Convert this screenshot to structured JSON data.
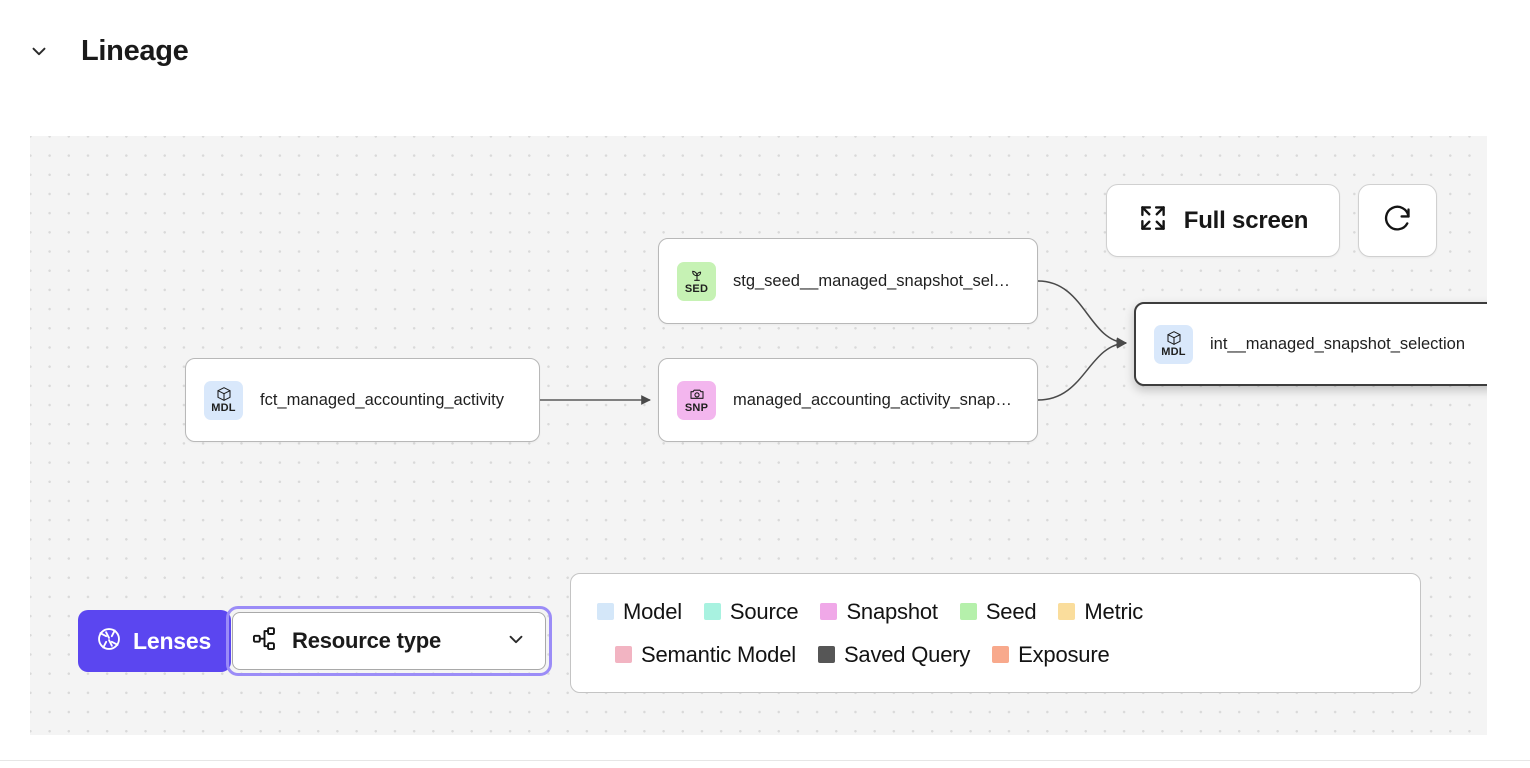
{
  "header": {
    "title": "Lineage",
    "toggle_icon": "chevron-down-icon"
  },
  "toolbar": {
    "fullscreen_label": "Full screen",
    "fullscreen_icon": "expand-arrows-icon",
    "refresh_icon": "refresh-icon"
  },
  "controls": {
    "lenses_label": "Lenses",
    "lenses_icon": "aperture-icon",
    "lenses_color": "#5b46f0",
    "resource_type_label": "Resource type",
    "resource_type_icon": "hierarchy-icon",
    "resource_type_chevron": "chevron-down-icon",
    "focus_ring_color": "#9b8cf7"
  },
  "graph": {
    "nodes": [
      {
        "id": "fct",
        "label": "fct_managed_accounting_activity",
        "badge_abbr": "MDL",
        "badge_icon": "cube-icon",
        "badge_color": "#d9e8fb",
        "selected": false
      },
      {
        "id": "stg",
        "label": "stg_seed__managed_snapshot_selecti...",
        "badge_abbr": "SED",
        "badge_icon": "seedling-icon",
        "badge_color": "#c6f2b4",
        "selected": false
      },
      {
        "id": "snap",
        "label": "managed_accounting_activity_snapshot",
        "badge_abbr": "SNP",
        "badge_icon": "camera-icon",
        "badge_color": "#f3b6ee",
        "selected": false
      },
      {
        "id": "int",
        "label": "int__managed_snapshot_selection",
        "badge_abbr": "MDL",
        "badge_icon": "cube-icon",
        "badge_color": "#d9e8fb",
        "selected": true
      }
    ],
    "edges": [
      {
        "from": "fct",
        "to": "snap"
      },
      {
        "from": "stg",
        "to": "int"
      },
      {
        "from": "snap",
        "to": "int"
      }
    ]
  },
  "legend": {
    "row1": [
      {
        "label": "Model",
        "color": "#d4e7f9"
      },
      {
        "label": "Source",
        "color": "#a8f2e0"
      },
      {
        "label": "Snapshot",
        "color": "#f0a8e8"
      },
      {
        "label": "Seed",
        "color": "#b5f0ab"
      },
      {
        "label": "Metric",
        "color": "#fadd9c"
      }
    ],
    "row2": [
      {
        "label": "Semantic Model",
        "color": "#f2b4c2"
      },
      {
        "label": "Saved Query",
        "color": "#565656"
      },
      {
        "label": "Exposure",
        "color": "#f8a98c"
      }
    ]
  }
}
